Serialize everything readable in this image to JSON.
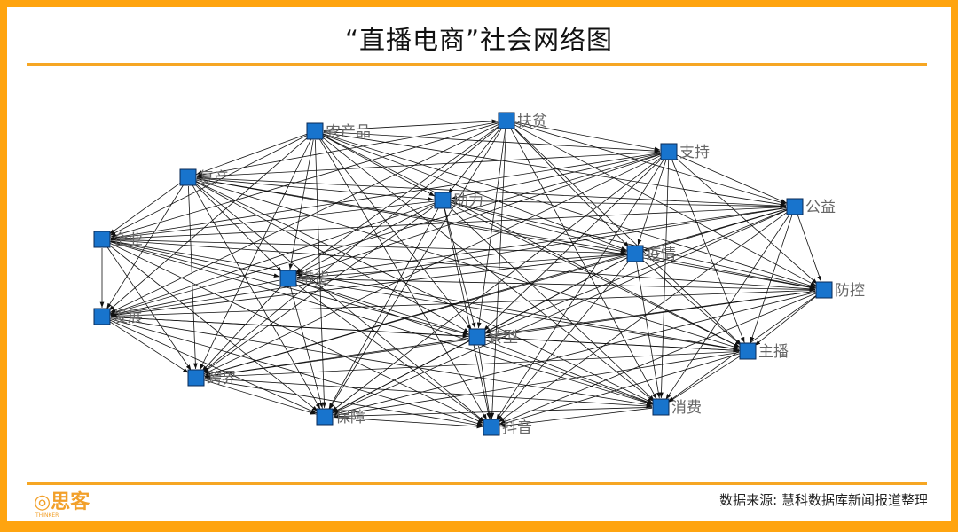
{
  "title": "“直播电商”社会网络图",
  "source": "数据来源: 慧科数据库新闻报道整理",
  "logo": {
    "text": "思客",
    "subtitle": "THINKER"
  },
  "colors": {
    "frame": "#ffa40f",
    "node": "#1874cd",
    "edge": "#111111",
    "label": "#666666"
  },
  "network": {
    "nodes": [
      "农产品",
      "扶贫",
      "支持",
      "复产",
      "助力",
      "公益",
      "企业",
      "疫情",
      "带货",
      "防控",
      "发展",
      "转型",
      "主播",
      "跨界",
      "消费",
      "保障",
      "抖音"
    ],
    "edges": "all-pairs-directed"
  }
}
